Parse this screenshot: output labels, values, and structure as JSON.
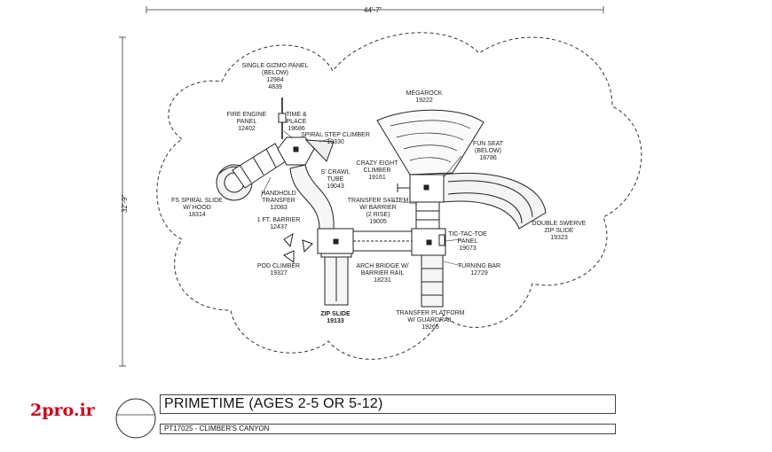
{
  "drawing": {
    "width_dimension": "44'-7\"",
    "height_dimension": "32'-9\""
  },
  "components": [
    {
      "key": "single_gizmo",
      "lines": [
        "SINGLE GIZMO PANEL",
        "(BELOW)",
        "12984",
        "4839"
      ]
    },
    {
      "key": "time_place",
      "lines": [
        "TIME &",
        "PLACE",
        "19686"
      ]
    },
    {
      "key": "fire_engine",
      "lines": [
        "FIRE ENGINE",
        "PANEL",
        "12402"
      ]
    },
    {
      "key": "spiral_step",
      "lines": [
        "SPIRAL STEP CLIMBER",
        "19330"
      ]
    },
    {
      "key": "megarock",
      "lines": [
        "MEGAROCK",
        "19222"
      ]
    },
    {
      "key": "fun_seat",
      "lines": [
        "FUN SEAT",
        "(BELOW)",
        "18786"
      ]
    },
    {
      "key": "crazy_eight",
      "lines": [
        "CRAZY EIGHT",
        "CLIMBER",
        "19161"
      ]
    },
    {
      "key": "s_crawl",
      "lines": [
        "S' CRAWL",
        "TUBE",
        "19043"
      ]
    },
    {
      "key": "fs_spiral",
      "lines": [
        "FS SPIRAL SLIDE",
        "W/ HOOD",
        "18314"
      ]
    },
    {
      "key": "handhold",
      "lines": [
        "HANDHOLD",
        "TRANSFER",
        "12083"
      ]
    },
    {
      "key": "one_ft_barrier",
      "lines": [
        "1 FT. BARRIER",
        "12437"
      ]
    },
    {
      "key": "transfer_system",
      "lines": [
        "TRANSFER SYSTEM",
        "W/ BARRIER",
        "(2 RISE)",
        "19005"
      ]
    },
    {
      "key": "double_swerve",
      "lines": [
        "DOUBLE SWERVE",
        "ZIP SLIDE",
        "19323"
      ]
    },
    {
      "key": "tic_tac_toe",
      "lines": [
        "TIC-TAC-TOE",
        "PANEL",
        "19073"
      ]
    },
    {
      "key": "turning_bar",
      "lines": [
        "TURNING BAR",
        "12729"
      ]
    },
    {
      "key": "pod_climber",
      "lines": [
        "POD CLIMBER",
        "19327"
      ]
    },
    {
      "key": "arch_bridge",
      "lines": [
        "ARCH BRIDGE W/",
        "BARRIER RAIL",
        "18231"
      ]
    },
    {
      "key": "zip_slide",
      "lines": [
        "ZIP SLIDE",
        "19133"
      ]
    },
    {
      "key": "transfer_platform",
      "lines": [
        "TRANSFER PLATFORM",
        "W/ GUARDRAIL",
        "19265"
      ]
    }
  ],
  "title_block": {
    "title": "PRIMETIME (AGES 2-5 OR 5-12)",
    "subtitle": "PT17025 - CLIMBER'S CANYON"
  },
  "watermark": {
    "logo_text": "2pro.ir",
    "color": "#d0021b"
  }
}
